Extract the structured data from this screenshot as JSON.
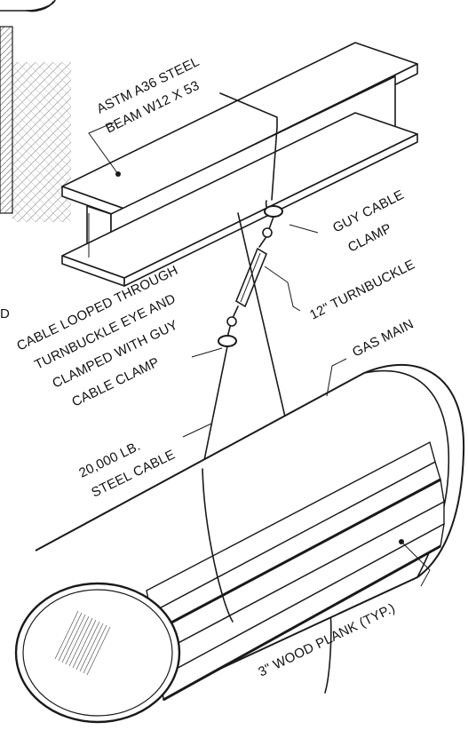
{
  "labels": {
    "beam_line1": "ASTM A36 STEEL",
    "beam_line2": "BEAM W12 X 53",
    "clamp_line1": "GUY CABLE",
    "clamp_line2": "CLAMP",
    "turnbuckle": "12\" TURNBUCKLE",
    "looped_line1": "CABLE LOOPED THROUGH",
    "looped_line2": "TURNBUCKLE EYE AND",
    "looped_line3": "CLAMPED WITH GUY",
    "looped_line4": "CABLE CLAMP",
    "gas_main": "GAS MAIN",
    "cable_line1": "20,000 LB.",
    "cable_line2": "STEEL CABLE",
    "wood_plank": "3\" WOOD PLANK (TYP.)",
    "edge_fragment": "D"
  }
}
